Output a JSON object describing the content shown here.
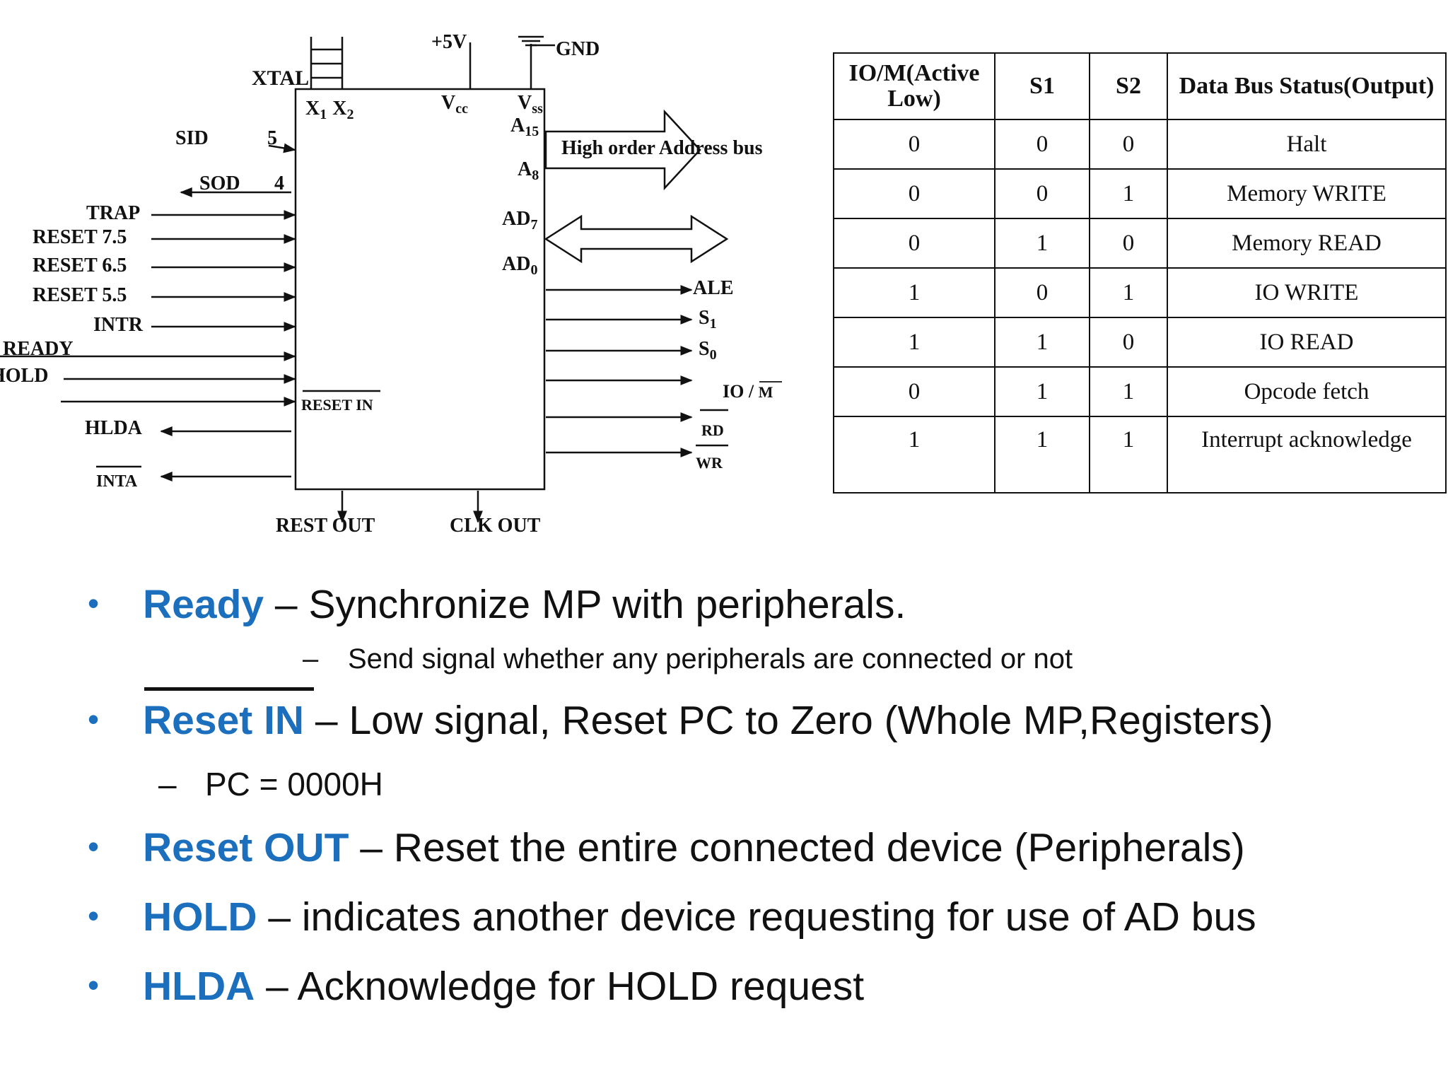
{
  "diagram": {
    "xtal": "XTAL",
    "x1x2": [
      "X",
      "1",
      "X",
      "2"
    ],
    "plus5v": "+5V",
    "gnd": "GND",
    "vcc": [
      "V",
      "cc"
    ],
    "vss": [
      "V",
      "ss"
    ],
    "a15": [
      "A",
      "15"
    ],
    "a8": [
      "A",
      "8"
    ],
    "ad7": [
      "AD",
      "7"
    ],
    "ad0": [
      "AD",
      "0"
    ],
    "high_order_bus": "High order Address bus",
    "sid": "SID",
    "sid_pin": "5",
    "sod": "SOD",
    "sod_pin": "4",
    "inputs": [
      "TRAP",
      "RESET 7.5",
      "RESET 6.5",
      "RESET 5.5",
      "INTR",
      "READY",
      "HOLD"
    ],
    "reset_in": "RESET IN",
    "hlda": "HLDA",
    "inta": "INTA",
    "outputs_ale": "ALE",
    "s1": [
      "S",
      "1"
    ],
    "s0": [
      "S",
      "0"
    ],
    "io_m": [
      "IO / ",
      "M"
    ],
    "rd": "RD",
    "wr": "WR",
    "rest_out": "REST OUT",
    "clk_out": "CLK OUT"
  },
  "table": {
    "headers": [
      "IO/M(Active Low)",
      "S1",
      "S2",
      "Data Bus Status(Output)"
    ],
    "rows": [
      [
        "0",
        "0",
        "0",
        "Halt"
      ],
      [
        "0",
        "0",
        "1",
        "Memory WRITE"
      ],
      [
        "0",
        "1",
        "0",
        "Memory READ"
      ],
      [
        "1",
        "0",
        "1",
        "IO WRITE"
      ],
      [
        "1",
        "1",
        "0",
        "IO READ"
      ],
      [
        "0",
        "1",
        "1",
        "Opcode fetch"
      ],
      [
        "1",
        "1",
        "1",
        "Interrupt acknowledge"
      ]
    ]
  },
  "bullets": {
    "ready": {
      "term": "Ready",
      "text": " – Synchronize MP with peripherals."
    },
    "ready_sub": "Send signal whether any peripherals are connected or not",
    "reset_in": {
      "term": "Reset IN",
      "text": " – Low signal, Reset PC to Zero (Whole MP,Registers)"
    },
    "reset_in_sub": "PC = 0000H",
    "reset_out": {
      "term": "Reset OUT",
      "text": " – Reset the entire connected device (Peripherals)"
    },
    "hold": {
      "term": "HOLD",
      "text": " – indicates another device requesting for use of AD bus"
    },
    "hlda": {
      "term": "HLDA",
      "text": " – Acknowledge for HOLD request"
    }
  },
  "colors": {
    "accent": "#1b6fbd",
    "text": "#111111"
  }
}
